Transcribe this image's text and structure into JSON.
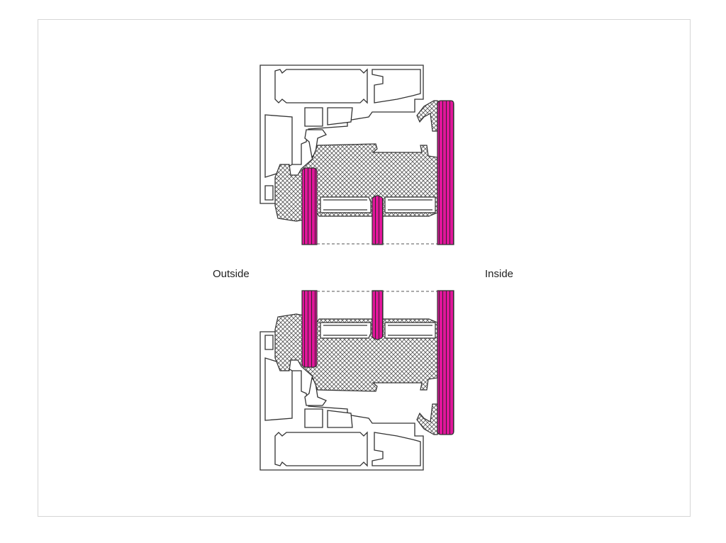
{
  "labels": {
    "outside": "Outside",
    "inside": "Inside"
  },
  "colors": {
    "glass": "#e0169a",
    "outline": "#333333",
    "frame_border": "#d6d6d6"
  },
  "sections": [
    "top-section-profile",
    "bottom-section-profile"
  ]
}
